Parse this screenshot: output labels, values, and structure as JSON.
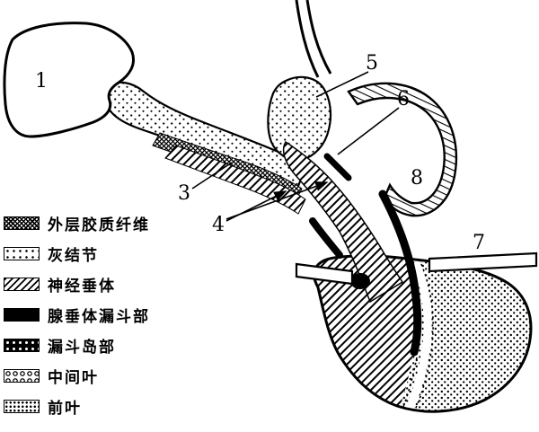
{
  "diagram": {
    "numbers": {
      "n1": "1",
      "n3": "3",
      "n4": "4",
      "n5": "5",
      "n6": "6",
      "n7": "7",
      "n8": "8"
    },
    "legend": {
      "items": [
        {
          "swatch": "dense-crosshatch-texture",
          "label": "外层胶质纤维"
        },
        {
          "swatch": "stipple-dots",
          "label": "灰结节"
        },
        {
          "swatch": "diagonal-hatch",
          "label": "神经垂体"
        },
        {
          "swatch": "solid-black",
          "label": "腺垂体漏斗部"
        },
        {
          "swatch": "black-with-white-dots",
          "label": "漏斗岛部"
        },
        {
          "swatch": "small-rings",
          "label": "中间叶"
        },
        {
          "swatch": "dense-stipple-dots",
          "label": "前叶"
        }
      ]
    },
    "colors": {
      "ink": "#000000",
      "paper": "#ffffff"
    }
  }
}
